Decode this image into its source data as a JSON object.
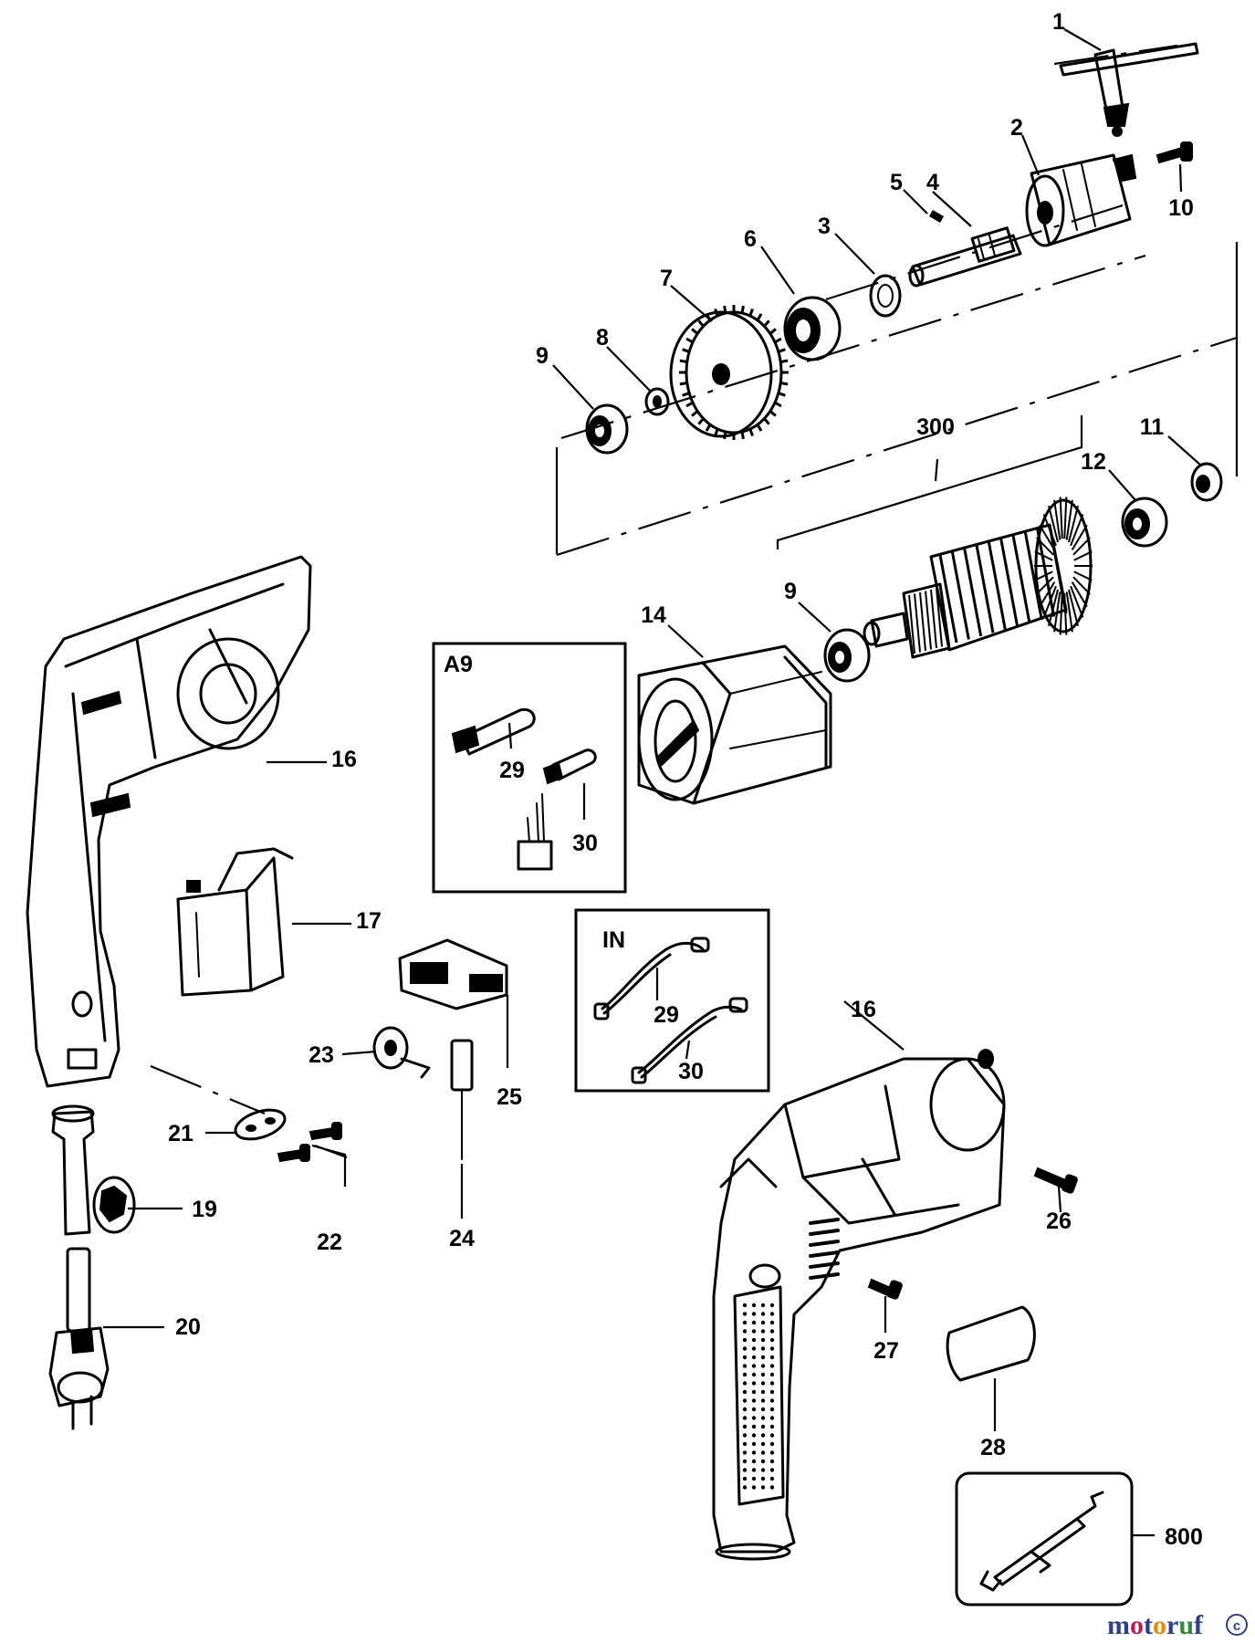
{
  "diagram": {
    "part_labels": {
      "p1": "1",
      "p2": "2",
      "p3": "3",
      "p4": "4",
      "p5": "5",
      "p6": "6",
      "p7": "7",
      "p8": "8",
      "p9a": "9",
      "p9b": "9",
      "p10": "10",
      "p11": "11",
      "p12": "12",
      "p14": "14",
      "p16a": "16",
      "p16b": "16",
      "p17": "17",
      "p19": "19",
      "p20": "20",
      "p21": "21",
      "p22": "22",
      "p23": "23",
      "p24": "24",
      "p25": "25",
      "p26": "26",
      "p27": "27",
      "p28": "28",
      "p300": "300",
      "p800": "800"
    },
    "inset_a9": {
      "title": "A9",
      "label_29": "29",
      "label_30": "30"
    },
    "inset_in": {
      "title": "IN",
      "label_29": "29",
      "label_30": "30"
    },
    "watermark": {
      "text": "motoruf",
      "mark": "c"
    }
  },
  "colors": {
    "ink": "#000000",
    "background": "#ffffff",
    "brand": "#2c3f8c"
  }
}
